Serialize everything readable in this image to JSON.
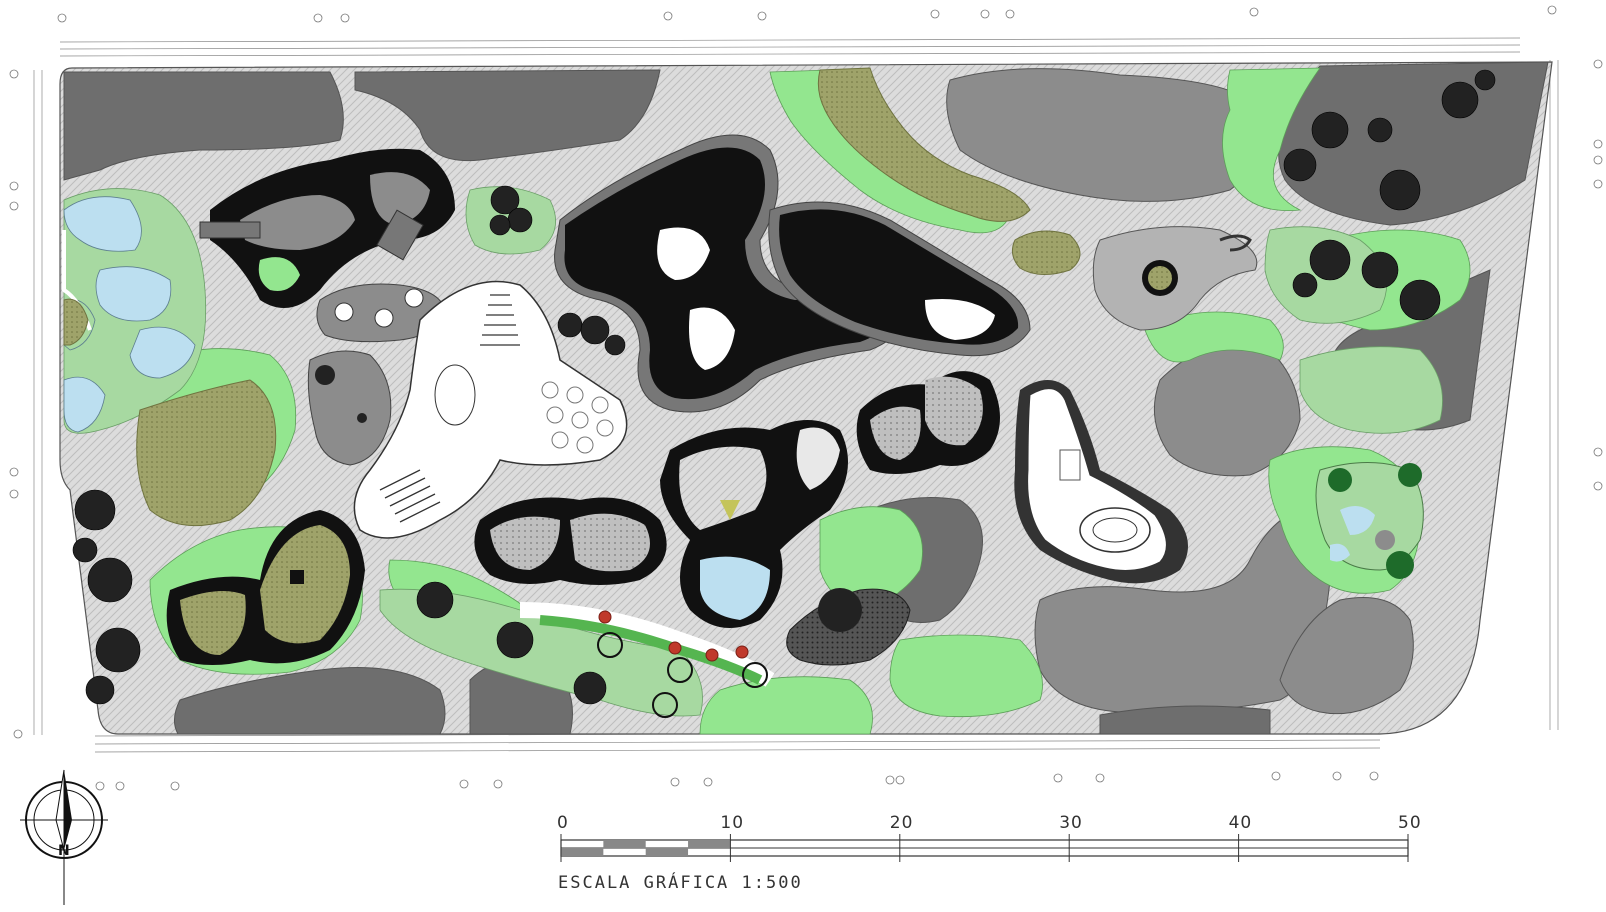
{
  "map": {
    "scale_bar": {
      "title": "ESCALA GRÁFICA 1:500",
      "ticks": [
        "0",
        "10",
        "20",
        "30",
        "40",
        "50"
      ],
      "max_value": 50,
      "unit_hint": "m"
    },
    "north_arrow": {
      "letter": "N"
    },
    "colors": {
      "paving": "#d9d9d9",
      "lawn_bright": "#93e68f",
      "lawn_soft": "#a7d9a1",
      "zone_dark": "#6e6e6e",
      "zone_mid": "#8c8c8c",
      "zone_light": "#b3b3b3",
      "water": "#bcdff0",
      "olive_ground": "#9fa36a",
      "black_border": "#111111",
      "white_floor": "#ffffff"
    }
  }
}
